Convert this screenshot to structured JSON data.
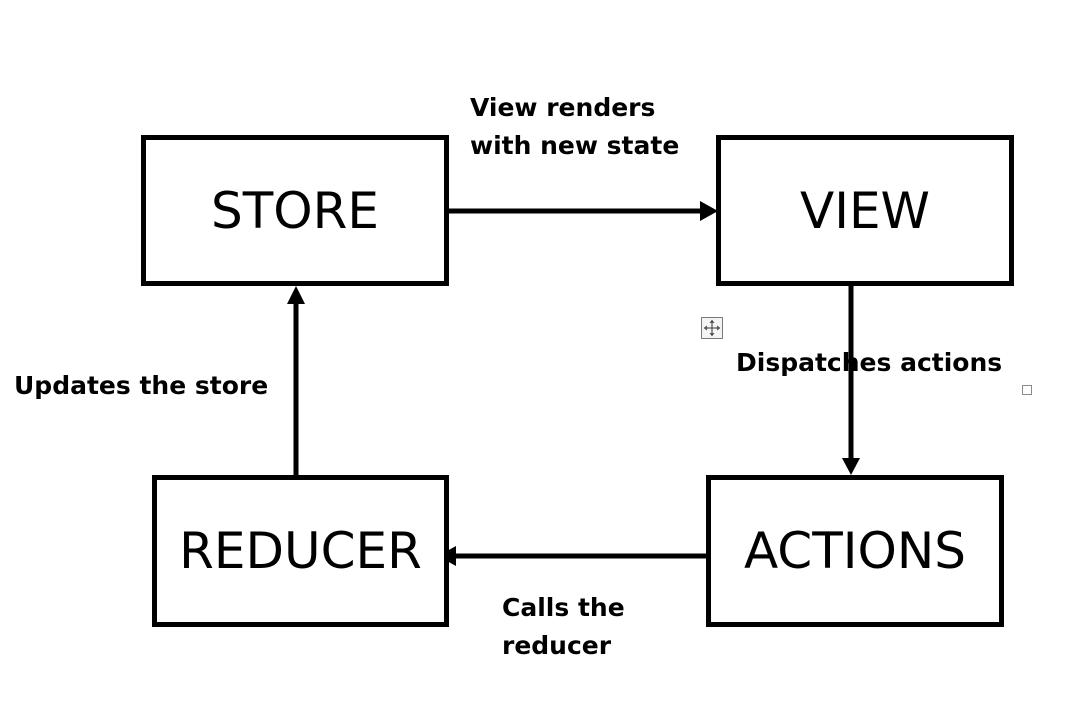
{
  "diagram": {
    "nodes": [
      {
        "id": "store",
        "label": "STORE"
      },
      {
        "id": "view",
        "label": "VIEW"
      },
      {
        "id": "actions",
        "label": "ACTIONS"
      },
      {
        "id": "reducer",
        "label": "REDUCER"
      }
    ],
    "edges": [
      {
        "from": "store",
        "to": "view",
        "label_lines": [
          "View renders",
          "with new state"
        ]
      },
      {
        "from": "view",
        "to": "actions",
        "label": "Dispatches actions"
      },
      {
        "from": "actions",
        "to": "reducer",
        "label_lines": [
          "Calls the",
          "reducer"
        ]
      },
      {
        "from": "reducer",
        "to": "store",
        "label": "Updates the store"
      }
    ]
  },
  "editor": {
    "move_handle_icon": "move-arrows-icon",
    "resize_handle_icon": "resize-handle-icon",
    "handle_border_color": "#7a7a7a"
  },
  "colors": {
    "stroke": "#000000",
    "background": "#ffffff"
  }
}
